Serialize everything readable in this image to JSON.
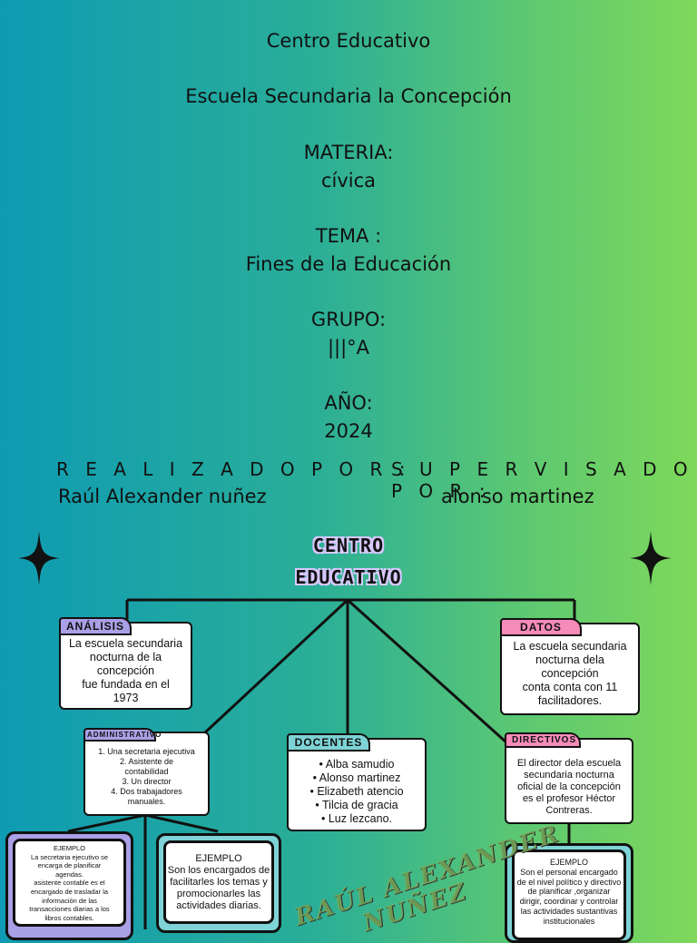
{
  "header": {
    "line1": "Centro Educativo",
    "line2": "Escuela Secundaria la Concepción",
    "materia_label": "MATERIA:",
    "materia_value": "cívica",
    "tema_label": "TEMA :",
    "tema_value": "Fines de la Educación",
    "grupo_label": "GRUPO:",
    "grupo_value": "|||°A",
    "anio_label": "AÑO:",
    "anio_value": "2024"
  },
  "credits": {
    "realizado_label": "R E A L I Z A D O P O R :",
    "realizado_name": "Raúl Alexander nuñez",
    "supervisado_label": "S U P E R V I S A D O P O R :",
    "supervisado_name": "alonso martinez"
  },
  "diagram": {
    "title_line1": "CENTRO",
    "title_line2": "EDUCATIVO",
    "analisis": {
      "label": "ANÁLISIS",
      "color": "#a9a0e6",
      "lines": [
        "La escuela secundaria",
        "nocturna de la",
        "concepción",
        "fue fundada en el",
        "1973"
      ]
    },
    "datos": {
      "label": "DATOS",
      "color": "#f58bb8",
      "lines": [
        "La escuela secundaria",
        "nocturna dela",
        "concepción",
        "conta conta con 11",
        "facilitadores."
      ]
    },
    "administrativo": {
      "label": "ADMINISTRATIVO",
      "color": "#a9a0e6",
      "items": [
        "1.   Una secretaria ejecutiva",
        "2.            Asistente de",
        "contabilidad",
        "3.       Un director",
        "4.            Dos trabajadores",
        "manuales."
      ]
    },
    "docentes": {
      "label": "DOCENTES",
      "color": "#7ed3d6",
      "items": [
        "• Alba samudio",
        "• Alonso martinez",
        "• Elizabeth atencio",
        "• Tilcia de gracia",
        "• Luz lezcano."
      ]
    },
    "directivos": {
      "label": "DIRECTIVOS",
      "color": "#f58bb8",
      "lines": [
        "El director dela escuela",
        "secundaria nocturna",
        "oficial de la concepción",
        "es el profesor Héctor",
        "Contreras."
      ]
    },
    "ejemplo_admin": {
      "lines": [
        "EJEMPLO",
        "La secretaria ejecutivo se",
        "encarga de planificar",
        "agendas.",
        "asistente contable es el",
        "encargado de trasladar la",
        "información de las",
        "transacciones diarias a los",
        "libros contables."
      ]
    },
    "ejemplo_docentes": {
      "lines": [
        "EJEMPLO",
        "Son los encargados de",
        "facilitarles los temas y",
        "promocionarles las",
        "actividades diarias."
      ]
    },
    "ejemplo_directivos": {
      "lines": [
        "EJEMPLO",
        "Son el personal encargado",
        "de el nivel político y directivo",
        "de planificar ,organizar",
        "dirigir, coordinar y controlar",
        "las actividades sustantivas",
        "institucionales"
      ]
    },
    "watermark_line1": "RAÚL ALEXANDER",
    "watermark_line2": "NUÑEZ"
  }
}
